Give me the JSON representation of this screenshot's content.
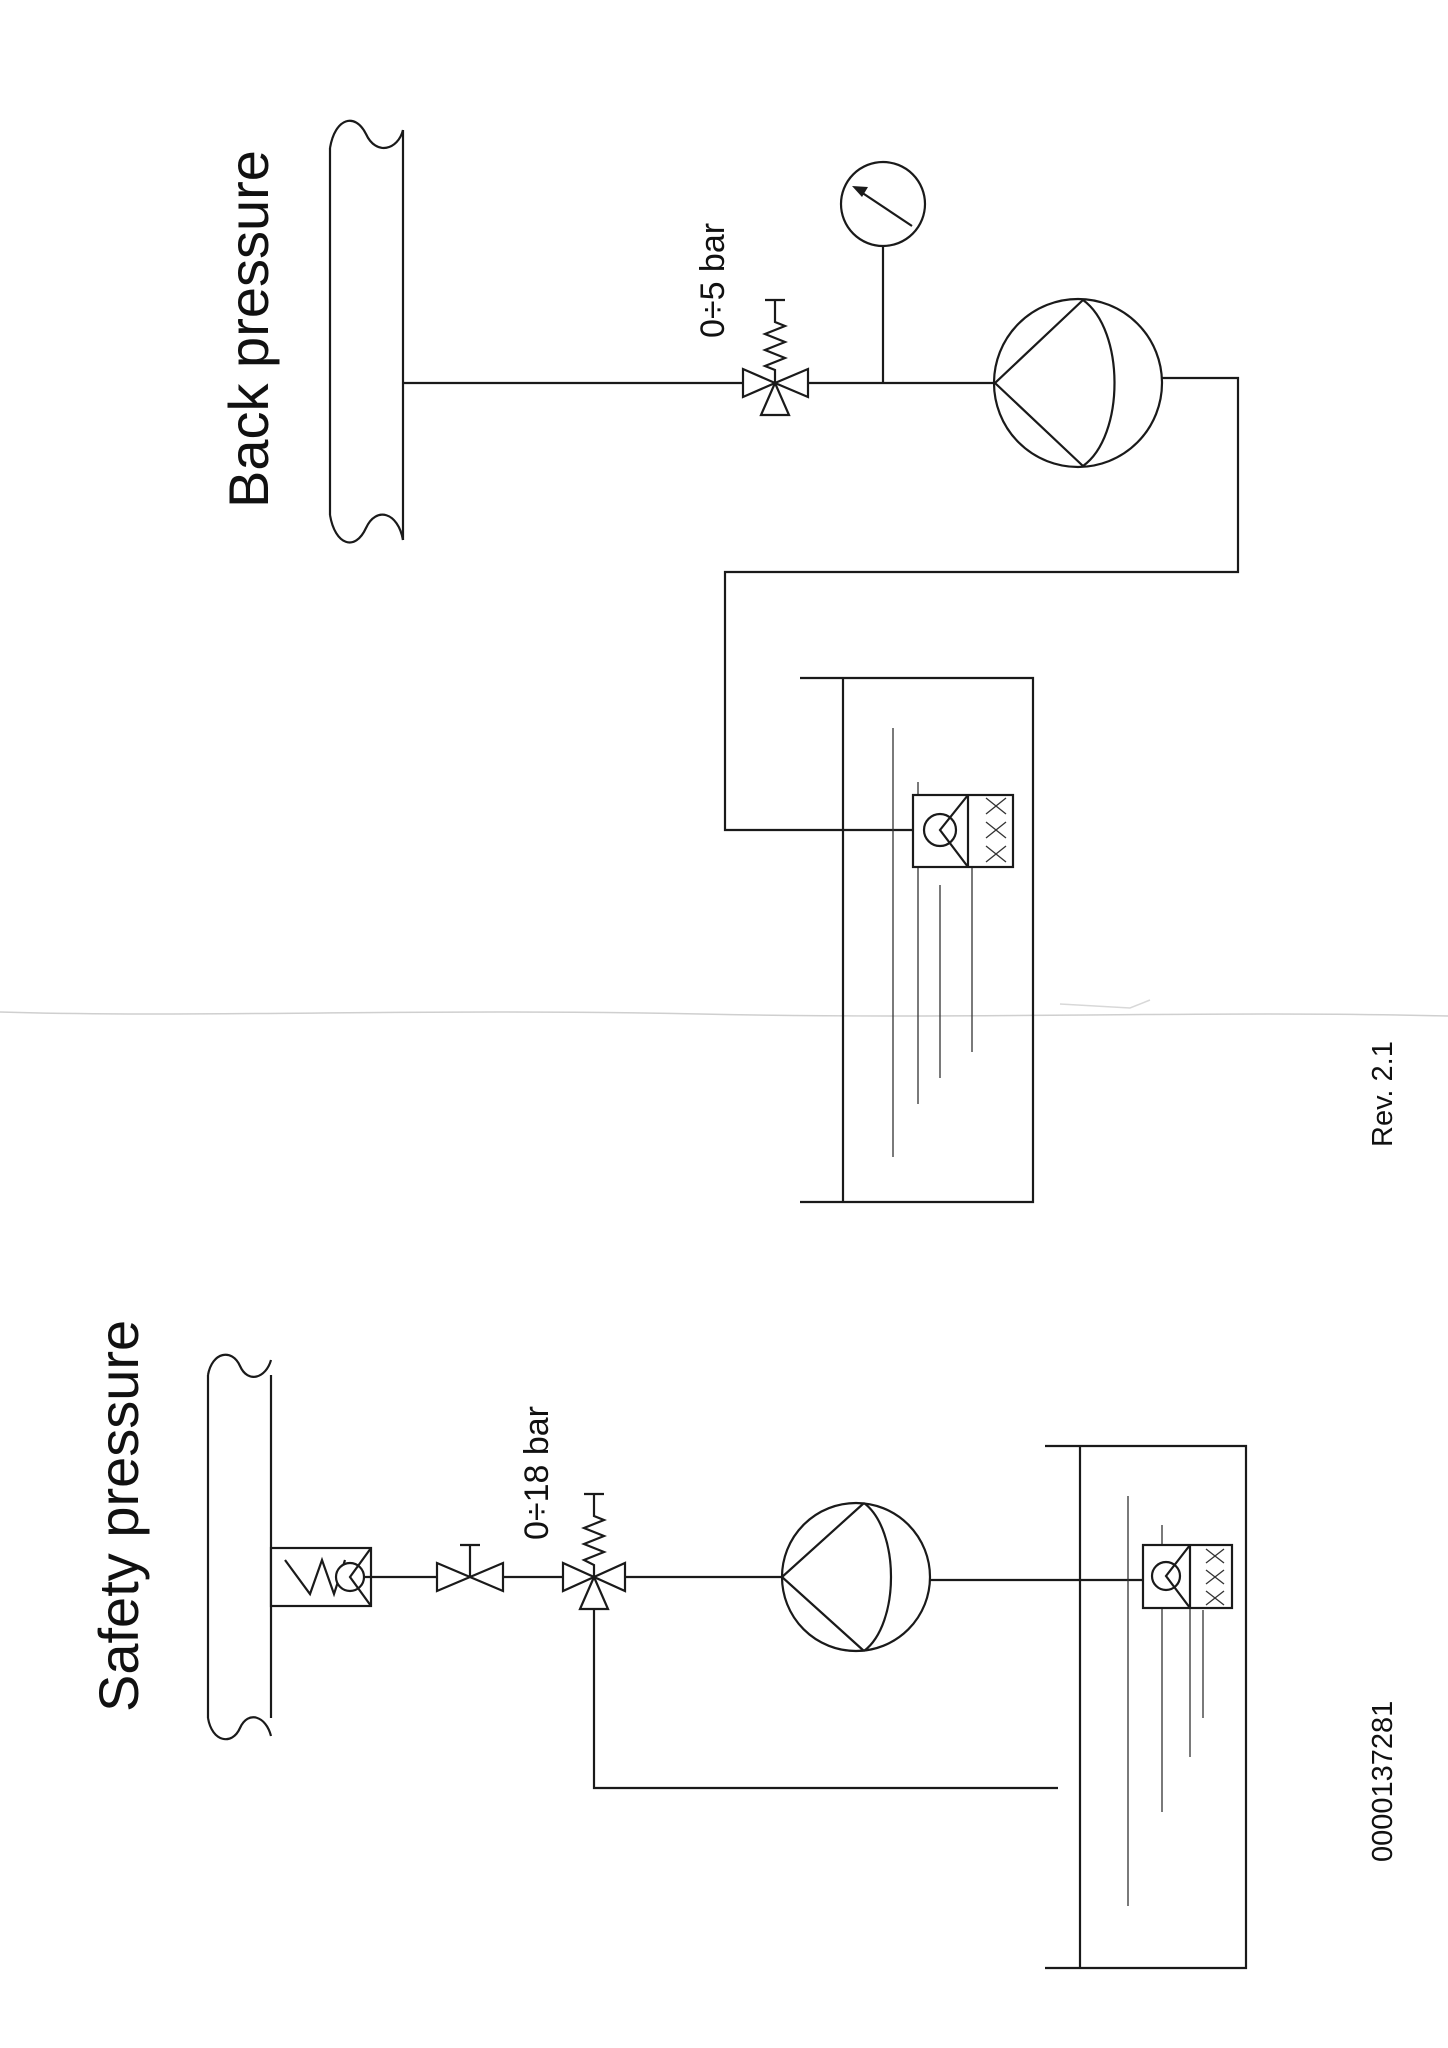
{
  "back_pressure": {
    "title": "Back pressure",
    "valve_range": "0÷5 bar"
  },
  "safety_pressure": {
    "title": "Safety pressure",
    "valve_range": "0÷18 bar"
  },
  "footer": {
    "revision": "Rev. 2.1",
    "document_number": "0000137281"
  },
  "icons": [
    "pipe-icon",
    "pressure-valve-icon",
    "pressure-gauge-icon",
    "pump-icon",
    "tank-icon",
    "foot-valve-strainer-icon",
    "check-valve-icon",
    "shutoff-valve-icon"
  ]
}
